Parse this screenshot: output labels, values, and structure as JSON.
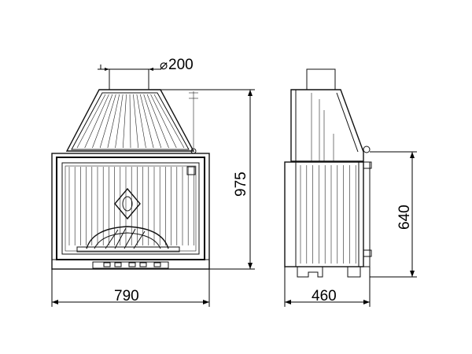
{
  "dimensions": {
    "flue_diameter": "200",
    "flue_symbol": "⌀",
    "front_height": "975",
    "front_width": "790",
    "side_depth": "460",
    "side_height": "640"
  },
  "colors": {
    "line": "#111111",
    "background": "#ffffff"
  }
}
